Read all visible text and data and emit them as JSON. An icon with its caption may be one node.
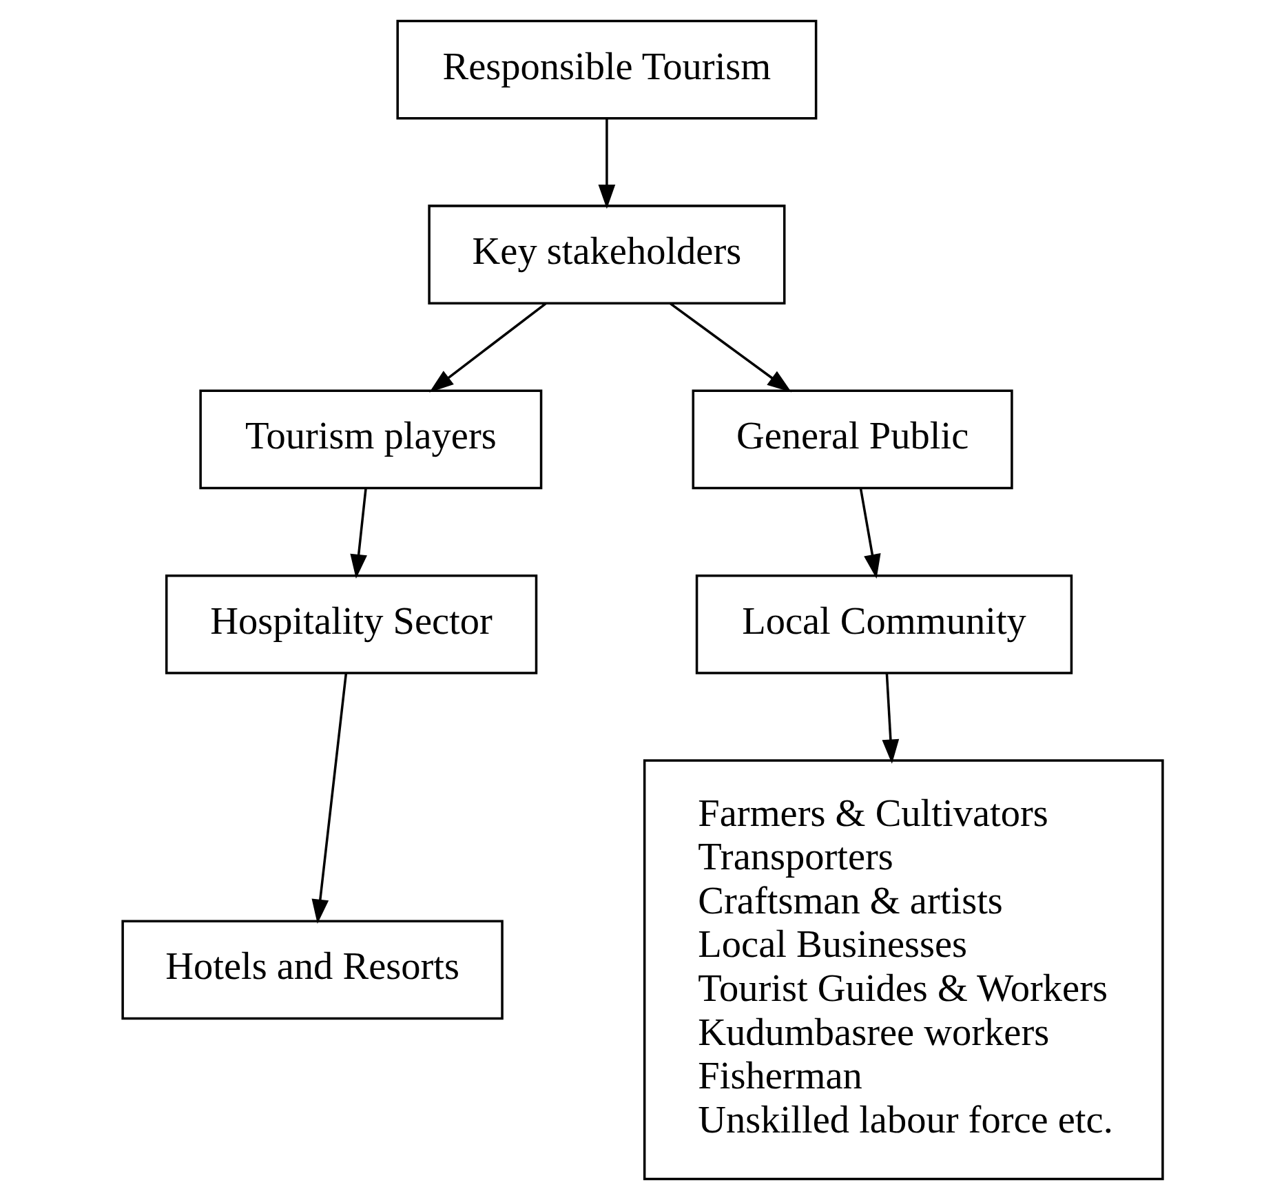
{
  "diagram": {
    "nodes": [
      {
        "text": [
          "Responsible Tourism"
        ]
      },
      {
        "text": [
          "Key stakeholders"
        ]
      },
      {
        "text": [
          "Tourism players"
        ]
      },
      {
        "text": [
          "General Public"
        ]
      },
      {
        "text": [
          "Hospitality Sector"
        ]
      },
      {
        "text": [
          "Local Community"
        ]
      },
      {
        "text": [
          "Hotels and Resorts"
        ]
      },
      {
        "text": [
          "Farmers & Cultivators",
          "Transporters",
          "Craftsman & artists",
          "Local Businesses",
          "Tourist Guides & Workers",
          "Kudumbasree workers",
          "Fisherman",
          "Unskilled labour force etc."
        ]
      }
    ],
    "edges": [
      {
        "from": 0,
        "to": 1,
        "arrow": "to"
      },
      {
        "from": 1,
        "to": 2,
        "arrow": "to"
      },
      {
        "from": 1,
        "to": 3,
        "arrow": "to"
      },
      {
        "from": 2,
        "to": 4,
        "arrow": "to"
      },
      {
        "from": 3,
        "to": 5,
        "arrow": "to"
      },
      {
        "from": 4,
        "to": 6,
        "arrow": "to"
      },
      {
        "from": 5,
        "to": 7,
        "arrow": "to"
      }
    ]
  }
}
